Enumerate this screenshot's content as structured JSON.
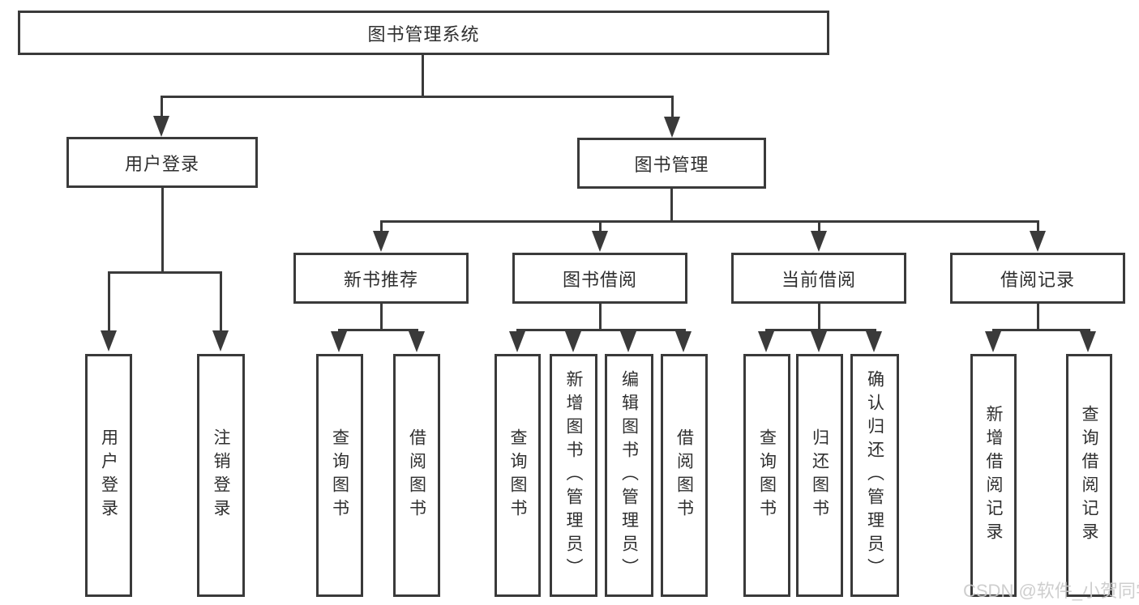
{
  "colors": {
    "line": "#3a3a3a",
    "box-border": "#3a3a3a",
    "box-fill": "#ffffff",
    "text": "#2f2f2f",
    "watermark": "#c9c9c9",
    "background": "#ffffff"
  },
  "watermark": "CSDN @软件_小贺同学",
  "nodes": {
    "root": "图书管理系统",
    "user_login": {
      "label": "用户登录",
      "leaves": [
        "用户登录",
        "注销登录"
      ]
    },
    "book_management": {
      "label": "图书管理",
      "groups": [
        {
          "label": "新书推荐",
          "leaves": [
            "查询图书",
            "借阅图书"
          ]
        },
        {
          "label": "图书借阅",
          "leaves": [
            "查询图书",
            "新增图书（管理员）",
            "编辑图书（管理员）",
            "借阅图书"
          ]
        },
        {
          "label": "当前借阅",
          "leaves": [
            "查询图书",
            "归还图书",
            "确认归还（管理员）"
          ]
        },
        {
          "label": "借阅记录",
          "leaves": [
            "新增借阅记录",
            "查询借阅记录"
          ]
        }
      ]
    }
  }
}
